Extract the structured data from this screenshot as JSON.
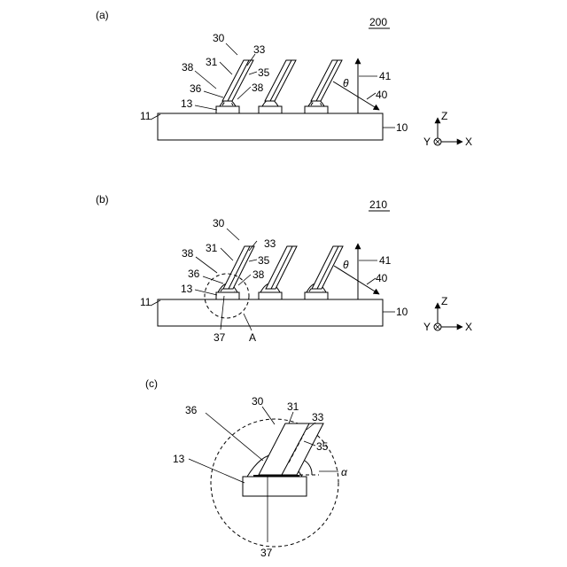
{
  "panels": {
    "a": {
      "label": "(a)",
      "fig_number": "200",
      "refs": {
        "r30": "30",
        "r31": "31",
        "r33": "33",
        "r35": "35",
        "r36": "36",
        "r38a": "38",
        "r38b": "38",
        "r13": "13",
        "r11": "11",
        "r10": "10",
        "r41": "41",
        "r40": "40",
        "theta": "θ"
      }
    },
    "b": {
      "label": "(b)",
      "fig_number": "210",
      "refs": {
        "r30": "30",
        "r31": "31",
        "r33": "33",
        "r35": "35",
        "r36": "36",
        "r38a": "38",
        "r38b": "38",
        "r13": "13",
        "r11": "11",
        "r10": "10",
        "r41": "41",
        "r40": "40",
        "theta": "θ",
        "r37": "37",
        "rA": "A"
      }
    },
    "c": {
      "label": "(c)",
      "refs": {
        "r30": "30",
        "r31": "31",
        "r33": "33",
        "r35": "35",
        "r36": "36",
        "r13": "13",
        "r37": "37",
        "alpha": "α"
      }
    }
  },
  "axes": {
    "z": "Z",
    "y": "Y",
    "x": "X"
  }
}
